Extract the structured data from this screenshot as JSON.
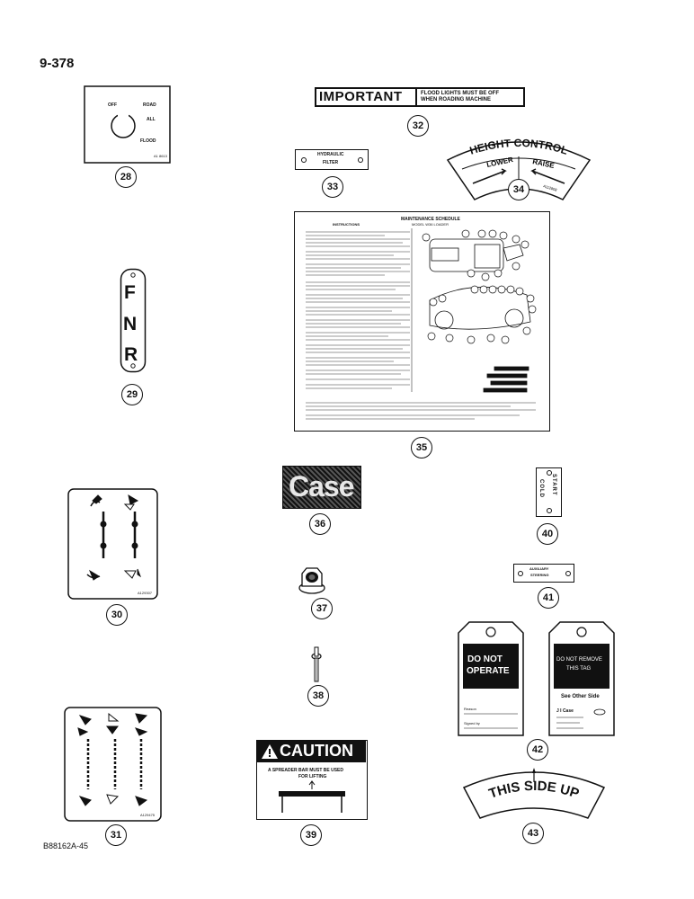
{
  "page_id": "9-378",
  "footer_code": "B88162A-45",
  "parts": [
    {
      "id": "28",
      "label": "28",
      "texts": {
        "off": "OFF",
        "road": "ROAD",
        "all": "ALL",
        "flood": "FLOOD",
        "code": "A1 8613"
      }
    },
    {
      "id": "29",
      "label": "29",
      "letters": [
        "F",
        "N",
        "R"
      ]
    },
    {
      "id": "30",
      "label": "30",
      "code": "A129307"
    },
    {
      "id": "31",
      "label": "31",
      "code": "A129475"
    },
    {
      "id": "32",
      "label": "32",
      "title": "IMPORTANT",
      "line1": "FLOOD LIGHTS MUST BE OFF",
      "line2": "WHEN ROADING MACHINE"
    },
    {
      "id": "33",
      "label": "33",
      "line1": "HYDRAULIC",
      "line2": "FILTER"
    },
    {
      "id": "34",
      "label": "34",
      "title": "HEIGHT CONTROL",
      "lower": "LOWER",
      "raise": "RAISE",
      "code": "A112808"
    },
    {
      "id": "35",
      "label": "35",
      "title": "MAINTENANCE SCHEDULE",
      "subtitle": "MODEL W36 LOADER",
      "instructions": "INSTRUCTIONS"
    },
    {
      "id": "36",
      "label": "36",
      "brand": "Case"
    },
    {
      "id": "37",
      "label": "37"
    },
    {
      "id": "38",
      "label": "38"
    },
    {
      "id": "39",
      "label": "39",
      "title": "CAUTION",
      "line1": "A SPREADER BAR MUST BE USED",
      "line2": "FOR LIFTING"
    },
    {
      "id": "40",
      "label": "40",
      "word1": "COLD",
      "word2": "START"
    },
    {
      "id": "41",
      "label": "41",
      "line1": "AUXILIARY",
      "line2": "STEERING"
    },
    {
      "id": "42",
      "label": "42",
      "tag1": [
        "DO NOT",
        "OPERATE"
      ],
      "tag2": [
        "DO NOT REMOVE",
        "THIS TAG"
      ],
      "see_other": "See Other Side",
      "brand": "J I Case",
      "reason": "Reason",
      "signed": "Signed by"
    },
    {
      "id": "43",
      "label": "43",
      "text": "THIS SIDE UP"
    }
  ]
}
